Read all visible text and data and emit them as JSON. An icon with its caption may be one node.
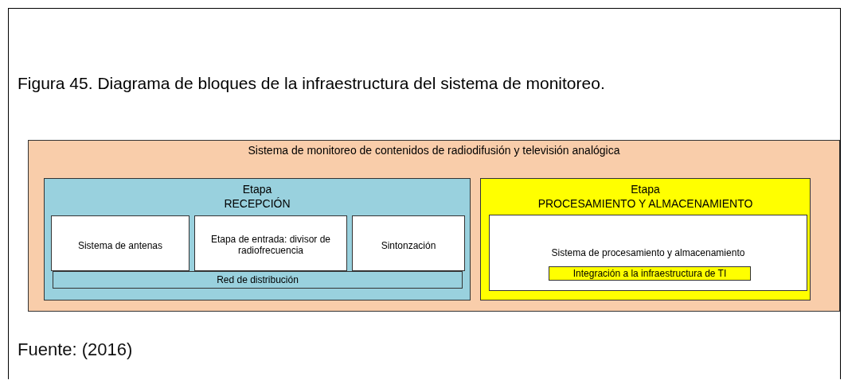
{
  "diagram": {
    "title": "Figura 45. Diagrama de bloques de la infraestructura del sistema de monitoreo.",
    "caption": "Fuente: (2016)",
    "nodes": [
      {
        "text": [
          "Sistema de monitoreo de contenidos de radiodifusión y televisión analógica"
        ]
      },
      {
        "text": [
          "Etapa",
          "RECEPCIÓN"
        ],
        "in": 0
      },
      {
        "text": [
          "Sistema de antenas"
        ],
        "in": 1
      },
      {
        "text": [
          "Etapa de entrada: divisor de radiofrecuencia"
        ],
        "in": 1
      },
      {
        "text": [
          "Sintonzación"
        ],
        "in": 1
      },
      {
        "text": [
          "Red de distribución"
        ],
        "in": 1
      },
      {
        "text": [
          "Etapa",
          "PROCESAMIENTO Y ALMACENAMIENTO"
        ],
        "in": 0
      },
      {
        "text": [
          "Sistema de procesamiento y almacenamiento"
        ],
        "in": 6
      },
      {
        "text": [
          "Integración a la infraestructura de TI"
        ],
        "in": 7
      }
    ],
    "edges": []
  }
}
